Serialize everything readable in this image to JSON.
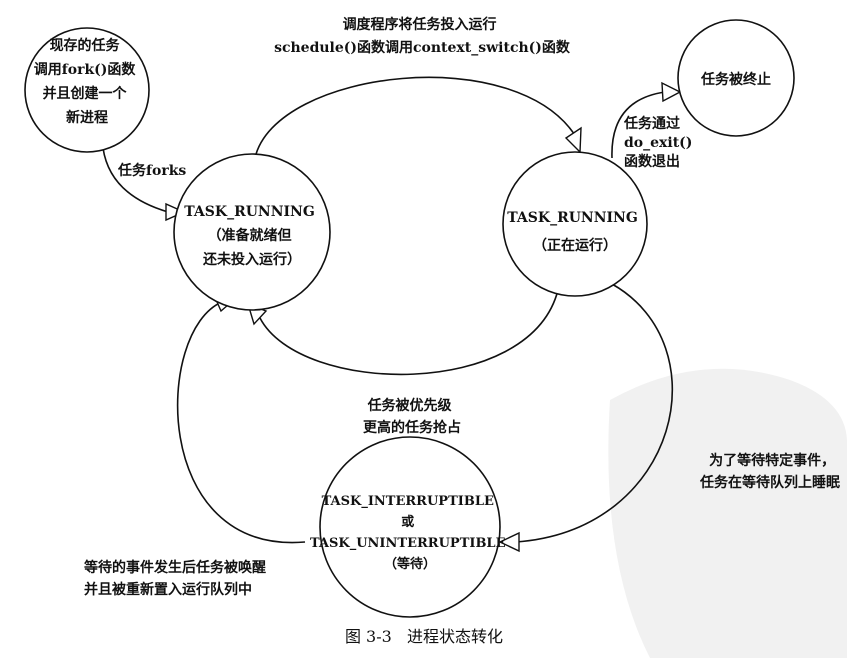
{
  "nodes": {
    "existing_task": {
      "lines": [
        "现存的任务",
        "调用fork()函数",
        "并且创建一个",
        "新进程"
      ]
    },
    "ready": {
      "lines": [
        "TASK_RUNNING",
        "（准备就绪但",
        "还未投入运行）"
      ]
    },
    "running": {
      "lines": [
        "TASK_RUNNING",
        "（正在运行）"
      ]
    },
    "terminated": {
      "lines": [
        "任务被终止"
      ]
    },
    "waiting": {
      "lines": [
        "TASK_INTERRUPTIBLE",
        "或",
        "TASK_UNINTERRUPTIBLE",
        "（等待）"
      ]
    }
  },
  "edges": {
    "fork": {
      "lines": [
        "任务forks"
      ]
    },
    "schedule": {
      "lines": [
        "调度程序将任务投入运行",
        "schedule()函数调用context_switch()函数"
      ]
    },
    "exit": {
      "lines": [
        "任务通过",
        "do_exit()",
        "函数退出"
      ]
    },
    "preempt": {
      "lines": [
        "任务被优先级",
        "更高的任务抢占"
      ]
    },
    "sleep": {
      "lines": [
        "为了等待特定事件，",
        "任务在等待队列上睡眠"
      ]
    },
    "wake": {
      "lines": [
        "等待的事件发生后任务被唤醒",
        "并且被重新置入运行队列中"
      ]
    }
  },
  "caption": "图 3-3   进程状态转化"
}
